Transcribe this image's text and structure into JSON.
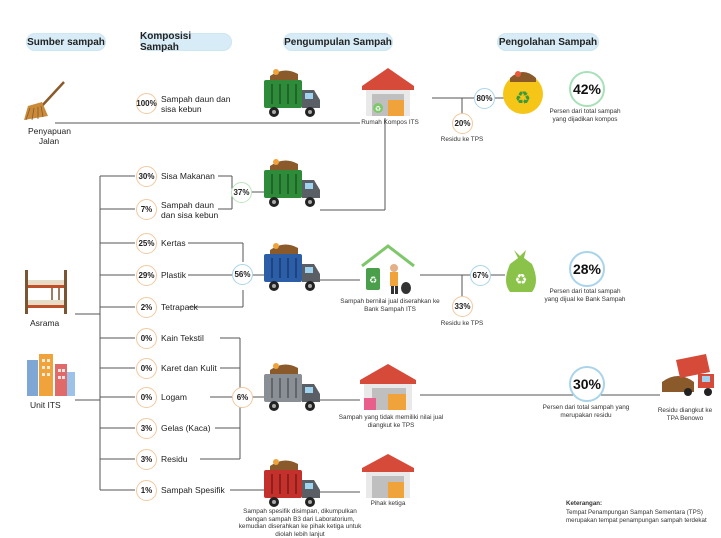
{
  "headers": {
    "source": "Sumber sampah",
    "composition": "Komposisi Sampah",
    "collection": "Pengumpulan Sampah",
    "processing": "Pengolahan Sampah"
  },
  "sources": {
    "street": "Penyapuan Jalan",
    "dorm": "Asrama",
    "unit": "Unit ITS"
  },
  "composition": [
    {
      "pct": "100%",
      "label": "Sampah daun dan sisa kebun"
    },
    {
      "pct": "30%",
      "label": "Sisa Makanan"
    },
    {
      "pct": "7%",
      "label": "Sampah daun dan sisa kebun"
    },
    {
      "pct": "25%",
      "label": "Kertas"
    },
    {
      "pct": "29%",
      "label": "Plastik"
    },
    {
      "pct": "2%",
      "label": "Tetrapack"
    },
    {
      "pct": "0%",
      "label": "Kain Tekstil"
    },
    {
      "pct": "0%",
      "label": "Karet dan Kulit"
    },
    {
      "pct": "0%",
      "label": "Logam"
    },
    {
      "pct": "3%",
      "label": "Gelas (Kaca)"
    },
    {
      "pct": "3%",
      "label": "Residu"
    },
    {
      "pct": "1%",
      "label": "Sampah Spesifik"
    }
  ],
  "groups": {
    "organic": "37%",
    "recyclable": "56%",
    "other": "6%"
  },
  "facilities": {
    "compost": "Rumah Kompos ITS",
    "bank": "Sampah bernilai jual diserahkan ke Bank Sampah ITS",
    "tps": "Sampah yang tidak memiliki nilai jual diangkut ke TPS",
    "third_party": "Pihak ketiga",
    "specific_note": "Sampah spesifik disimpan, dikumpulkan dengan sampah B3 dari Laboratorium, kemudian diserahkan ke pihak ketiga untuk diolah lebih lanjut"
  },
  "splits": {
    "compost_main": "80%",
    "compost_residu": "20%",
    "compost_residu_label": "Residu ke TPS",
    "bank_main": "67%",
    "bank_residu": "33%",
    "bank_residu_label": "Residu ke TPS"
  },
  "results": {
    "compost_pct": "42%",
    "compost_desc": "Persen dari total sampah yang dijadikan kompos",
    "sold_pct": "28%",
    "sold_desc": "Persen dari total sampah yang dijual ke Bank Sampah",
    "residu_pct": "30%",
    "residu_desc": "Persen dari total sampah yang merupakan residu",
    "tpa_label": "Residu diangkut ke TPA Benowo"
  },
  "legend": {
    "title": "Keterangan:",
    "text": "Tempat Penampungan Sampah Sementara (TPS) merupakan tempat penampungan sampah terdekat"
  },
  "colors": {
    "truck_green": "#2e8b3a",
    "truck_blue": "#2c5ea8",
    "truck_gray": "#8a8f96",
    "truck_red": "#c4302b",
    "line": "#555555"
  }
}
